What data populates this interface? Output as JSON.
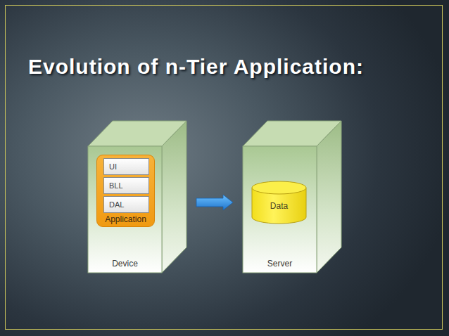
{
  "diagram": {
    "title": "Evolution of n-Tier Application:",
    "nodes": [
      {
        "text": [
          "Device"
        ]
      },
      {
        "text": [
          "Application"
        ],
        "in": 0
      },
      {
        "text": [
          "UI"
        ],
        "in": 1
      },
      {
        "text": [
          "BLL"
        ],
        "in": 1
      },
      {
        "text": [
          "DAL"
        ],
        "in": 1
      },
      {
        "text": [
          "Server"
        ]
      },
      {
        "text": [
          "Data"
        ],
        "in": 5
      }
    ],
    "edges": [
      {
        "from": 0,
        "to": 5,
        "arrow": "to"
      }
    ]
  }
}
